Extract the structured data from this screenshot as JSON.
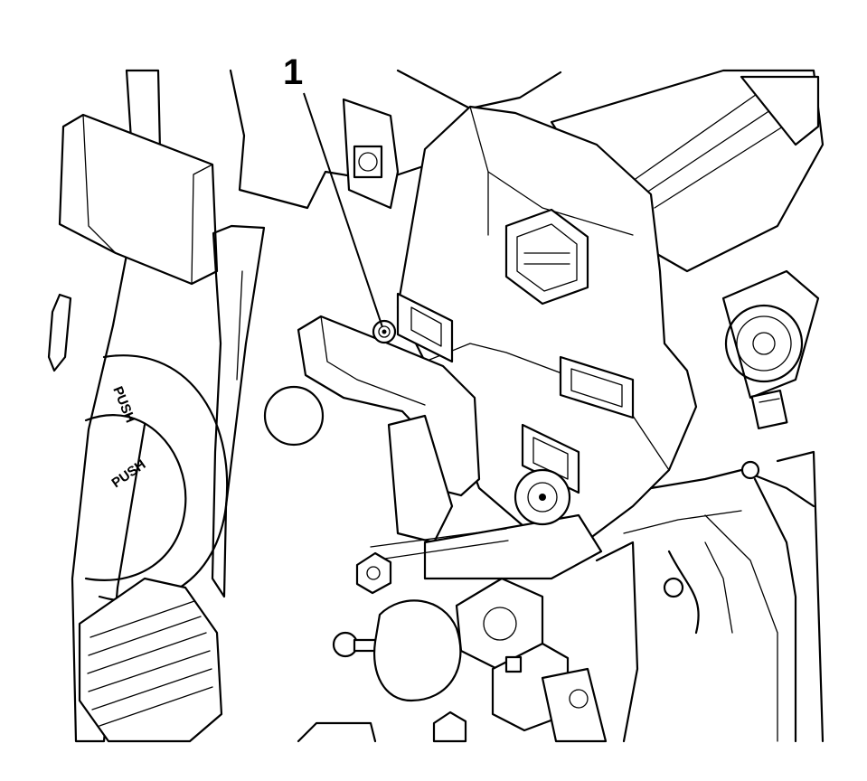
{
  "callout": {
    "label": "1"
  },
  "pedal": {
    "text_upper": "PUSH",
    "text_lower": "PUSH"
  },
  "colors": {
    "line": "#000000",
    "background": "#ffffff"
  }
}
